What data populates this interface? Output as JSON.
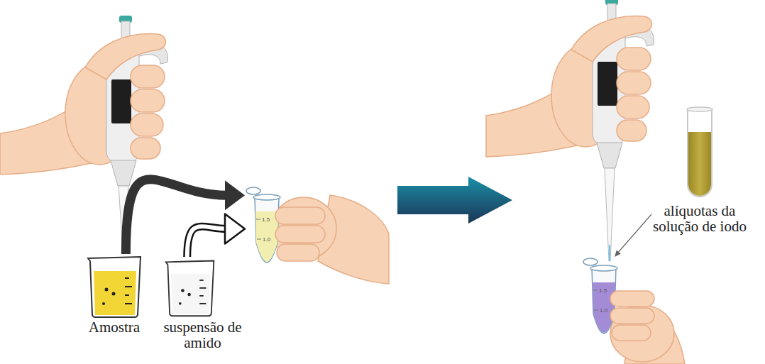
{
  "diagram": {
    "nodes": [
      {
        "text": [
          "Amostra"
        ]
      },
      {
        "text": [
          "suspensão de amido"
        ]
      },
      {
        "text": [
          "1.5",
          "1.0"
        ]
      },
      {
        "text": [
          "1.5",
          "1.0"
        ]
      },
      {
        "text": [
          "alíquotas da solução de iodo"
        ]
      }
    ],
    "edges": [
      {
        "from": 0,
        "to": 2,
        "arrow": "to"
      },
      {
        "from": 1,
        "to": 2,
        "arrow": "to"
      }
    ]
  }
}
